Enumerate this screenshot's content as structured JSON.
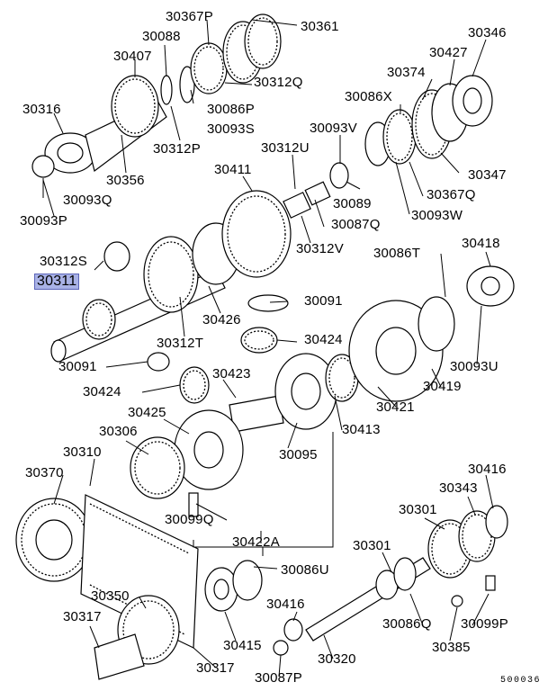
{
  "diagram_id": "500036",
  "selected_part": "30311",
  "labels": {
    "p30367P": "30367P",
    "p30361": "30361",
    "p30088": "30088",
    "p30407": "30407",
    "p30312Q": "30312Q",
    "p30086P": "30086P",
    "p30316": "30316",
    "p30093S": "30093S",
    "p30312P": "30312P",
    "p30356": "30356",
    "p30093Q": "30093Q",
    "p30093P": "30093P",
    "p30346": "30346",
    "p30427": "30427",
    "p30374": "30374",
    "p30086X": "30086X",
    "p30093V": "30093V",
    "p30312U": "30312U",
    "p30411": "30411",
    "p30347": "30347",
    "p30367Q": "30367Q",
    "p30089": "30089",
    "p30093W": "30093W",
    "p30087Q": "30087Q",
    "p30312V": "30312V",
    "p30312S": "30312S",
    "p30311": "30311",
    "p30086T": "30086T",
    "p30418": "30418",
    "p30091a": "30091",
    "p30426": "30426",
    "p30424a": "30424",
    "p30312T": "30312T",
    "p30091b": "30091",
    "p30093U": "30093U",
    "p30423": "30423",
    "p30424b": "30424",
    "p30419": "30419",
    "p30425": "30425",
    "p30421": "30421",
    "p30413": "30413",
    "p30306": "30306",
    "p30310": "30310",
    "p30095": "30095",
    "p30370": "30370",
    "p30416a": "30416",
    "p30343": "30343",
    "p30099Q": "30099Q",
    "p30301a": "30301",
    "p30422A": "30422A",
    "p30301b": "30301",
    "p30086U": "30086U",
    "p30350": "30350",
    "p30317a": "30317",
    "p30416b": "30416",
    "p30086Q": "30086Q",
    "p30099P": "30099P",
    "p30415": "30415",
    "p30385": "30385",
    "p30320": "30320",
    "p30317b": "30317",
    "p30087P": "30087P"
  }
}
